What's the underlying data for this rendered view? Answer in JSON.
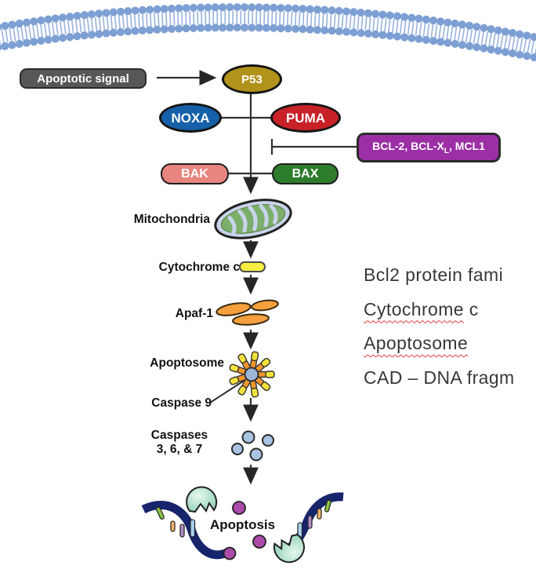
{
  "diagram": {
    "signal": {
      "label": "Apoptotic signal"
    },
    "p53": {
      "label": "P53"
    },
    "noxa": {
      "label": "NOXA"
    },
    "puma": {
      "label": "PUMA"
    },
    "bcl": {
      "part1": "BCL-2, BCL-X",
      "sub": "L",
      "part2": ", MCL1"
    },
    "bak": {
      "label": "BAK"
    },
    "bax": {
      "label": "BAX"
    },
    "labels": {
      "mitochondria": "Mitochondria",
      "cytochrome_c": "Cytochrome c",
      "apaf1": "Apaf-1",
      "apoptosome": "Apoptosome",
      "caspase9": "Caspase 9",
      "caspases_line1": "Caspases",
      "caspases_line2": "3, 6, & 7",
      "apoptosis": "Apoptosis"
    },
    "icons": [
      "cell-membrane-icon",
      "mitochondrion-icon",
      "cytochrome-pill-icon",
      "apaf1-blobs-icon",
      "apoptosome-star-icon",
      "caspase-circles-icon",
      "dna-helix-icon",
      "nuclear-fragment-icon",
      "apoptotic-body-dot-icon"
    ],
    "colors": {
      "membrane": "#7d9fd3",
      "signal_box": "#57575a",
      "p53": "#b1921a",
      "noxa": "#1560a8",
      "puma": "#c92128",
      "bcl": "#9c2fa6",
      "bak": "#e8857f",
      "bax": "#2e7d2d",
      "mito_fill": "#c9d3ea",
      "mito_cristae": "#7cae6b",
      "cytochrome_pill": "#f6ee41",
      "apaf_orange": "#f5a03d",
      "star_orange": "#f0962e",
      "star_yellow": "#f4e23c",
      "star_center": "#9eb7d9",
      "caspase_circle": "#a9c3e2",
      "apoptosis_dot": "#ab4aa9",
      "fragment_teal": "#8fd0b5",
      "dna_navy": "#16246b",
      "squiggle_red": "#e23b3b"
    }
  },
  "notes": {
    "line1": "Bcl2 protein fami",
    "line2_word": "Cytochrome",
    "line2_rest": " c",
    "line3_word": "Apoptosome",
    "line4": "CAD – DNA fragm"
  }
}
